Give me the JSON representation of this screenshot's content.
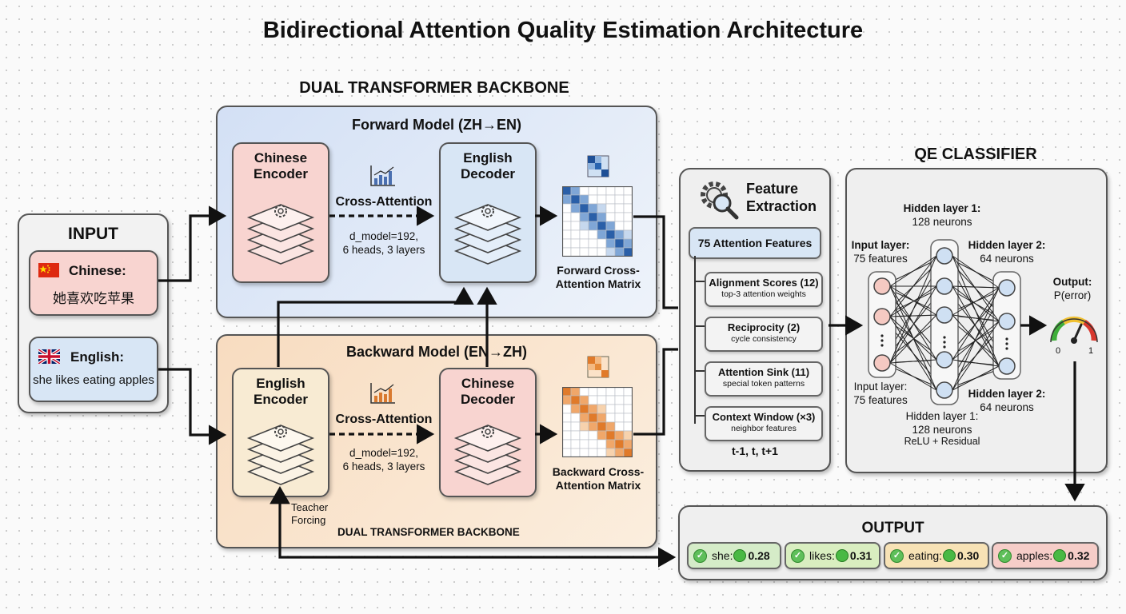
{
  "title": "Bidirectional Attention Quality Estimation Architecture",
  "backbone_heading": "DUAL TRANSFORMER BACKBONE",
  "backbone_footer": "DUAL TRANSFORMER BACKBONE",
  "qe_heading": "QE CLASSIFIER",
  "input": {
    "heading": "INPUT",
    "chinese_label": "Chinese:",
    "chinese_text": "她喜欢吃苹果",
    "english_label": "English:",
    "english_text": "she likes eating apples"
  },
  "forward": {
    "title": "Forward Model (ZH→EN)",
    "encoder": "Chinese Encoder",
    "decoder": "English Decoder",
    "cross_attention": "Cross-Attention",
    "config_line1": "d_model=192,",
    "config_line2": "6 heads, 3 layers",
    "matrix_label": "Forward Cross-Attention Matrix"
  },
  "backward": {
    "title": "Backward Model (EN→ZH)",
    "encoder": "English Encoder",
    "decoder": "Chinese Decoder",
    "cross_attention": "Cross-Attention",
    "config_line1": "d_model=192,",
    "config_line2": "6 heads, 3 layers",
    "matrix_label": "Backward Cross-Attention Matrix",
    "teacher_forcing": "Teacher Forcing"
  },
  "features": {
    "title_line1": "Feature",
    "title_line2": "Extraction",
    "count": "75 Attention Features",
    "items": [
      {
        "name": "Alignment Scores (12)",
        "desc": "top-3 attention weights"
      },
      {
        "name": "Reciprocity (2)",
        "desc": "cycle consistency"
      },
      {
        "name": "Attention Sink (11)",
        "desc": "special token patterns"
      },
      {
        "name": "Context Window (×3)",
        "desc": "neighbor features"
      }
    ],
    "window": "t-1, t, t+1"
  },
  "classifier": {
    "input_top_1": "Input layer:",
    "input_top_2": "75 features",
    "hidden1_top_1": "Hidden layer 1:",
    "hidden1_top_2": "128 neurons",
    "hidden2_top_1": "Hidden layer 2:",
    "hidden2_top_2": "64 neurons",
    "input_bottom_1": "Input layer:",
    "input_bottom_2": "75 features",
    "hidden1_bottom_1": "Hidden layer 1:",
    "hidden1_bottom_2": "128 neurons",
    "hidden1_bottom_3": "ReLU + Residual",
    "hidden2_bottom_1": "Hidden layer 2:",
    "hidden2_bottom_2": "64 neurons",
    "output_1": "Output:",
    "output_2": "P(error)",
    "gauge_min": "0",
    "gauge_max": "1"
  },
  "output": {
    "heading": "OUTPUT",
    "tokens": [
      {
        "word": "she:",
        "score": "0.28"
      },
      {
        "word": "likes:",
        "score": "0.31"
      },
      {
        "word": "eating:",
        "score": "0.30"
      },
      {
        "word": "apples:",
        "score": "0.32"
      }
    ]
  },
  "colors": {
    "forward_bg": "#dfe8f6",
    "backward_bg": "#f9e4cf",
    "encoder_pink": "#f8d4d0",
    "decoder_blue": "#d8e6f5",
    "encoder_tan": "#f8ebd3",
    "blue_cell": "#2a5fa8",
    "orange_cell": "#e07a2a"
  }
}
